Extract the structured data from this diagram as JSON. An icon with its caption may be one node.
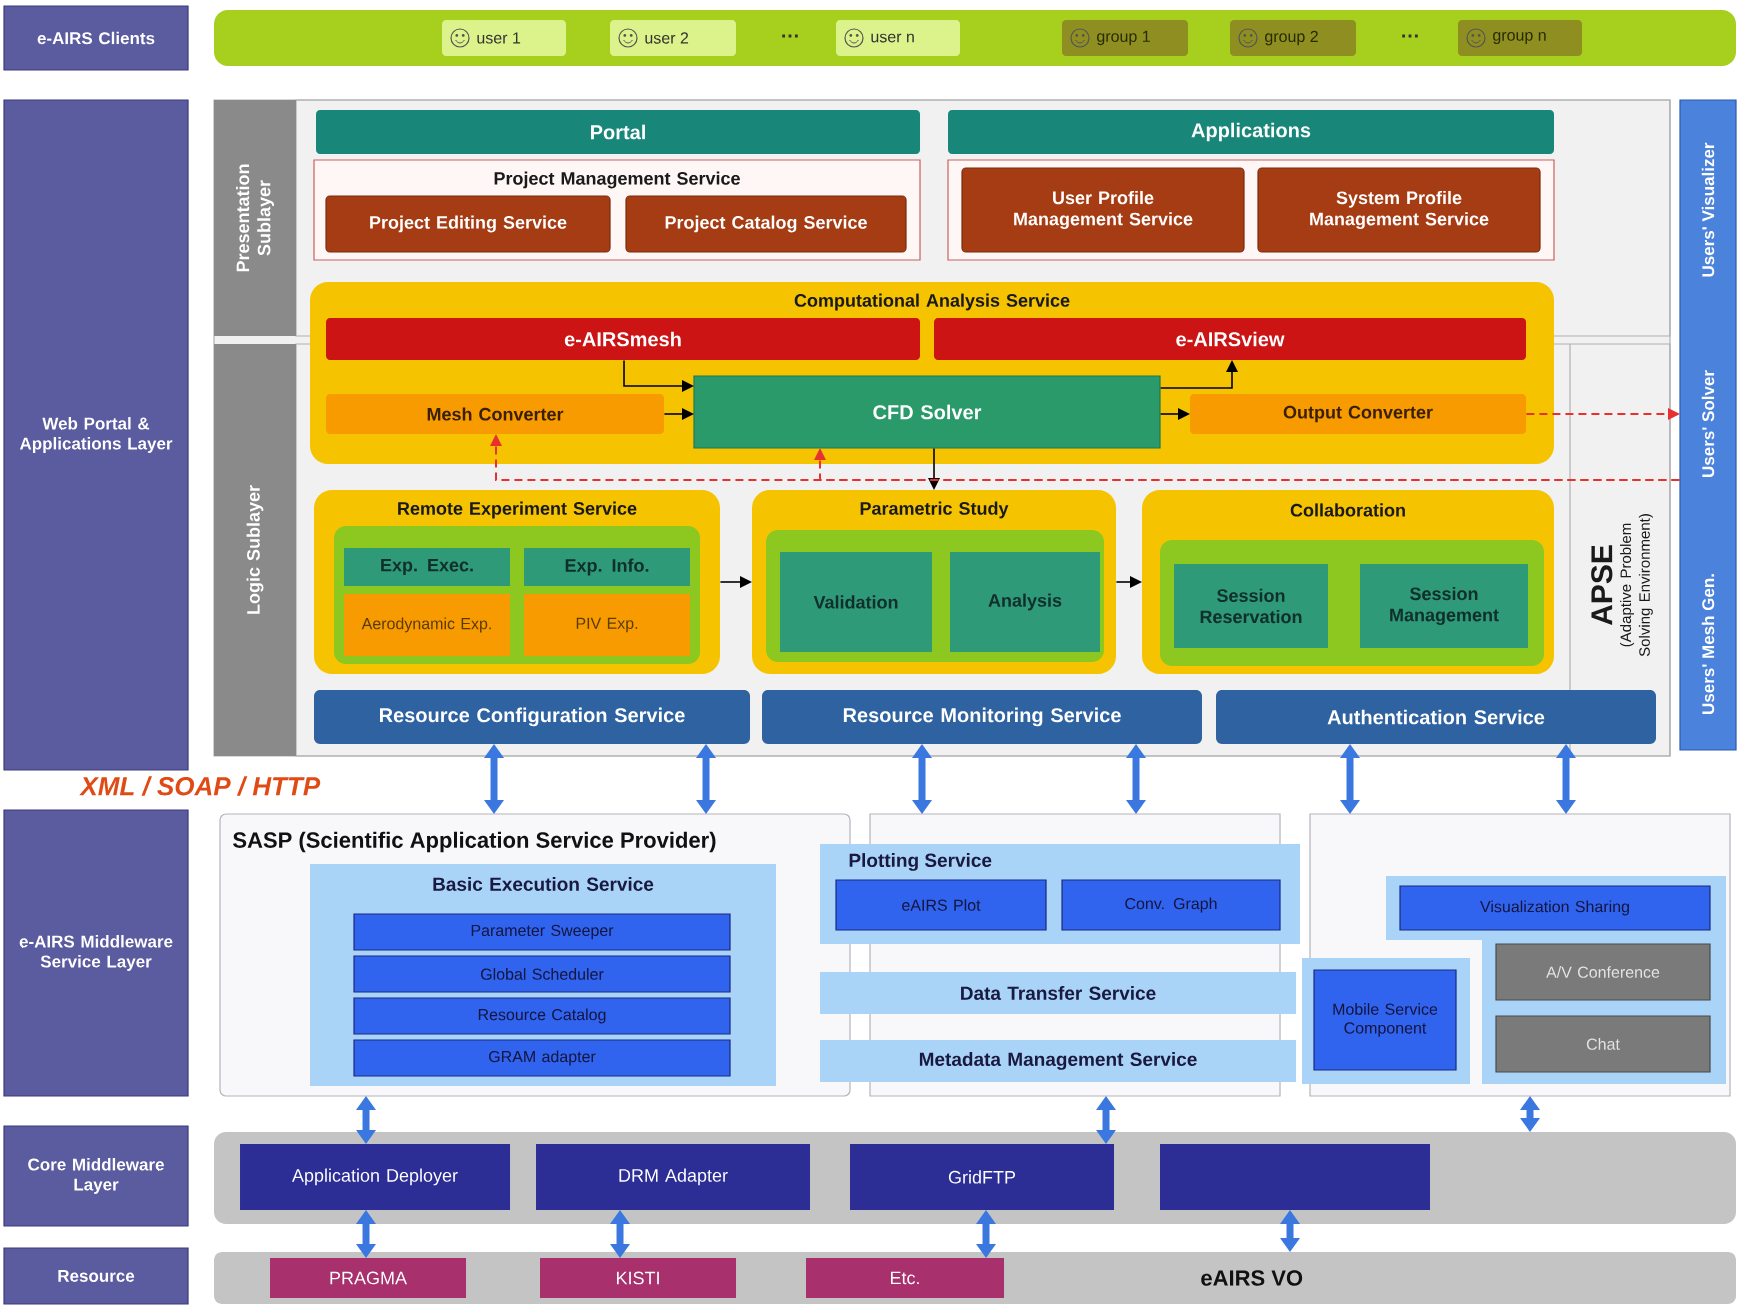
{
  "diagram": {
    "nodes": [
      {
        "text": [
          "e-AIRS Clients"
        ]
      },
      {
        "text": [],
        "shape": "bar"
      },
      {
        "text": [
          "user 1"
        ],
        "in": 1
      },
      {
        "text": [
          "user 2"
        ],
        "in": 1
      },
      {
        "text": [
          "user n"
        ],
        "in": 1
      },
      {
        "text": [
          "group 1"
        ],
        "in": 1
      },
      {
        "text": [
          "group 2"
        ],
        "in": 1
      },
      {
        "text": [
          "group n"
        ],
        "in": 1
      },
      {
        "text": [
          "Web Portal & Applications Layer"
        ]
      },
      {
        "text": [
          "Presentation Sublayer"
        ]
      },
      {
        "text": [
          "Portal"
        ]
      },
      {
        "text": [
          "Applications"
        ]
      },
      {
        "text": [
          "Project Management Service"
        ]
      },
      {
        "text": [
          "Project Editing Service"
        ],
        "in": 12
      },
      {
        "text": [
          "Project Catalog Service"
        ],
        "in": 12
      },
      {
        "text": [],
        "shape": "box"
      },
      {
        "text": [
          "User Profile Management Service"
        ],
        "in": 15
      },
      {
        "text": [
          "System Profile Management Service"
        ],
        "in": 15
      },
      {
        "text": [
          "APSE",
          "(Adaptive Problem Solving Environment)"
        ]
      },
      {
        "text": [
          "Users' Visualizer",
          "Users' Solver",
          "Users' Mesh Gen."
        ]
      },
      {
        "text": [
          "Logic Sublayer"
        ]
      },
      {
        "text": [
          "Computational Analysis Service"
        ]
      },
      {
        "text": [
          "e-AIRSmesh"
        ],
        "in": 21
      },
      {
        "text": [
          "e-AIRSview"
        ],
        "in": 21
      },
      {
        "text": [
          "Mesh Converter"
        ],
        "in": 21
      },
      {
        "text": [
          "CFD Solver"
        ],
        "in": 21
      },
      {
        "text": [
          "Output Converter"
        ],
        "in": 21
      },
      {
        "text": [
          "Remote Experiment Service"
        ]
      },
      {
        "text": [
          "Exp. Exec."
        ],
        "in": 27
      },
      {
        "text": [
          "Exp. Info."
        ],
        "in": 27
      },
      {
        "text": [
          "Aerodynamic Exp."
        ],
        "in": 27
      },
      {
        "text": [
          "PIV Exp."
        ],
        "in": 27
      },
      {
        "text": [
          "Parametric Study"
        ]
      },
      {
        "text": [
          "Validation"
        ],
        "in": 32
      },
      {
        "text": [
          "Analysis"
        ],
        "in": 32
      },
      {
        "text": [
          "Collaboration"
        ]
      },
      {
        "text": [
          "Session Reservation"
        ],
        "in": 35
      },
      {
        "text": [
          "Session Management"
        ],
        "in": 35
      },
      {
        "text": [
          "Resource Configuration Service"
        ]
      },
      {
        "text": [
          "Resource Monitoring Service"
        ]
      },
      {
        "text": [
          "Authentication Service"
        ]
      },
      {
        "text": [
          "e-AIRS Middleware Service Layer"
        ]
      },
      {
        "text": [
          "SASP (Scientific Application Service Provider)"
        ]
      },
      {
        "text": [
          "Basic Execution Service"
        ],
        "in": 42
      },
      {
        "text": [
          "Parameter Sweeper"
        ],
        "in": 43
      },
      {
        "text": [
          "Global Scheduler"
        ],
        "in": 43
      },
      {
        "text": [
          "Resource Catalog"
        ],
        "in": 43
      },
      {
        "text": [
          "GRAM adapter"
        ],
        "in": 43
      },
      {
        "text": [],
        "shape": "box"
      },
      {
        "text": [
          "Plotting Service"
        ]
      },
      {
        "text": [
          "eAIRS Plot"
        ],
        "in": 49
      },
      {
        "text": [
          "Conv. Graph"
        ],
        "in": 49
      },
      {
        "text": [
          "Data Transfer Service"
        ]
      },
      {
        "text": [
          "Metadata Management Service"
        ]
      },
      {
        "text": [],
        "shape": "box"
      },
      {
        "text": [
          "Visualization Sharing"
        ],
        "in": 54
      },
      {
        "text": [
          "A/V Conference"
        ],
        "in": 54
      },
      {
        "text": [
          "Chat"
        ],
        "in": 54
      },
      {
        "text": [
          "Mobile Service Component"
        ],
        "in": 54
      },
      {
        "text": [
          "Core Middleware Layer"
        ]
      },
      {
        "text": [],
        "shape": "bar"
      },
      {
        "text": [
          "Application Deployer"
        ],
        "in": 60
      },
      {
        "text": [
          "DRM Adapter"
        ],
        "in": 60
      },
      {
        "text": [
          "GridFTP"
        ],
        "in": 60
      },
      {
        "text": [],
        "shape": "box",
        "in": 60
      },
      {
        "text": [
          "Resource"
        ]
      },
      {
        "text": [
          "eAIRS VO"
        ]
      },
      {
        "text": [
          "PRAGMA"
        ],
        "in": 66
      },
      {
        "text": [
          "KISTI"
        ],
        "in": 66
      },
      {
        "text": [
          "Etc."
        ],
        "in": 66
      }
    ],
    "edges": [
      {
        "from": 22,
        "to": 25,
        "arrow": "to",
        "color": "#000000"
      },
      {
        "from": 24,
        "to": 25,
        "arrow": "to",
        "color": "#000000"
      },
      {
        "from": 25,
        "to": 26,
        "arrow": "to",
        "color": "#000000"
      },
      {
        "from": 25,
        "to": 23,
        "arrow": "to",
        "color": "#000000"
      },
      {
        "from": 25,
        "to": 32,
        "arrow": "to",
        "color": "#000000"
      },
      {
        "from": 27,
        "to": 32,
        "arrow": "to",
        "color": "#000000"
      },
      {
        "from": 32,
        "to": 35,
        "arrow": "to",
        "color": "#000000"
      },
      {
        "from": 26,
        "to": 19,
        "arrow": "to",
        "style": "dashed",
        "color": "#e83030"
      },
      {
        "from": 19,
        "to": 24,
        "arrow": "to",
        "style": "dashed",
        "color": "#e83030"
      },
      {
        "from": 19,
        "to": 25,
        "arrow": "to",
        "style": "dashed",
        "color": "#e83030"
      },
      {
        "from": 38,
        "to": 42,
        "arrow": "both"
      },
      {
        "from": 38,
        "to": 42,
        "arrow": "both"
      },
      {
        "from": 39,
        "to": 48,
        "arrow": "both"
      },
      {
        "from": 39,
        "to": 48,
        "arrow": "both"
      },
      {
        "from": 40,
        "to": 54,
        "arrow": "both"
      },
      {
        "from": 40,
        "to": 54,
        "arrow": "both"
      },
      {
        "from": 42,
        "to": 61,
        "arrow": "both"
      },
      {
        "from": 48,
        "to": 63,
        "arrow": "both"
      },
      {
        "from": 54,
        "to": 60,
        "arrow": "both"
      },
      {
        "from": 61,
        "to": 67,
        "arrow": "both"
      },
      {
        "from": 62,
        "to": 68,
        "arrow": "both"
      },
      {
        "from": 63,
        "to": 69,
        "arrow": "both"
      },
      {
        "from": 64,
        "to": 66,
        "arrow": "both"
      }
    ],
    "labels": [
      "…",
      "…",
      "XML / SOAP / HTTP"
    ]
  }
}
